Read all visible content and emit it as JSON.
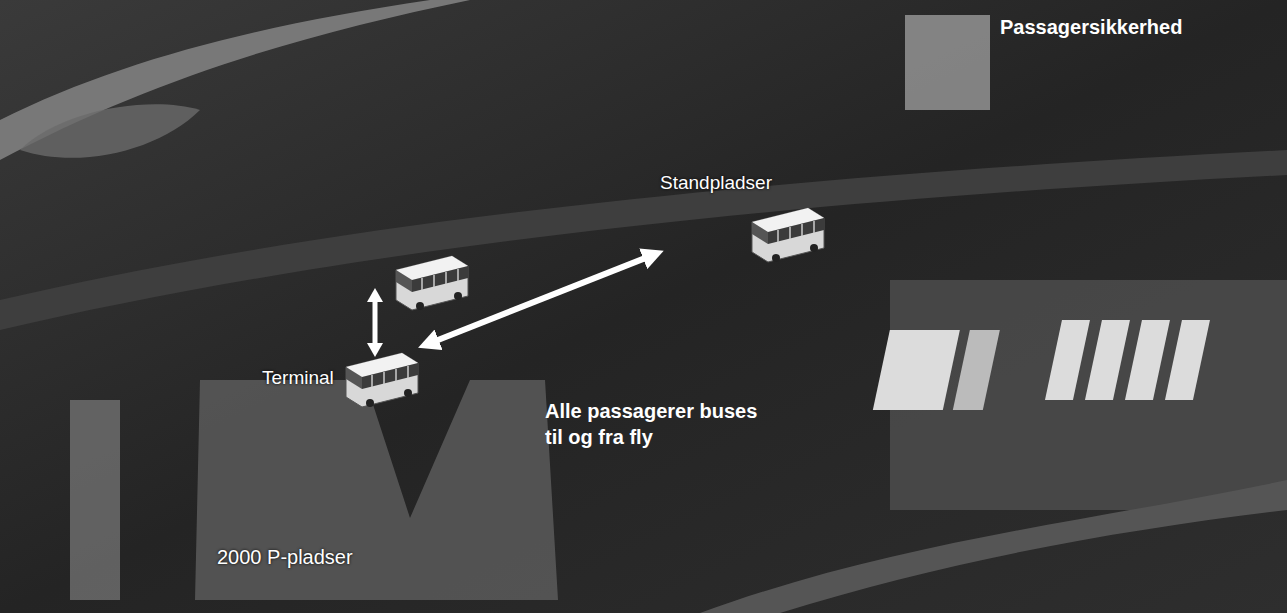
{
  "diagram": {
    "nodes": [
      {
        "text": [
          "2000 P-pladser"
        ]
      },
      {
        "text": [
          "Terminal"
        ]
      },
      {
        "text": [
          "Standpladser"
        ]
      }
    ],
    "edges": [
      {
        "from": 1,
        "to": 2,
        "arrow": "both",
        "label": "Alle passagerer buses til og fra fly"
      }
    ],
    "labels": [
      "Passagersikkerhed"
    ]
  }
}
